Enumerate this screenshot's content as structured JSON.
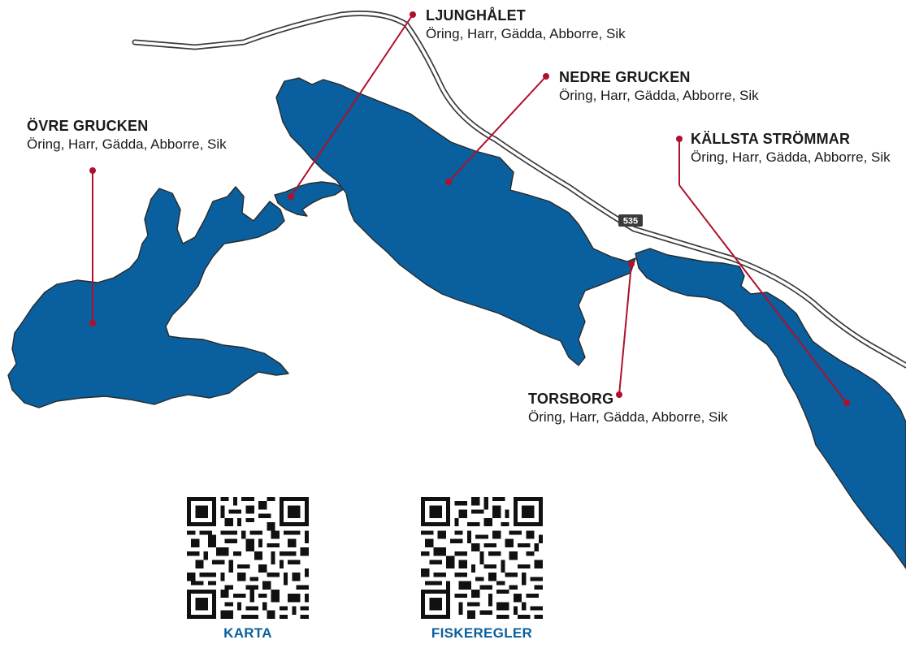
{
  "road": {
    "number": "535"
  },
  "locations": [
    {
      "id": "ovre-grucken",
      "name": "ÖVRE GRUCKEN",
      "species": "Öring, Harr, Gädda, Abborre, Sik"
    },
    {
      "id": "ljunghalet",
      "name": "LJUNGHÅLET",
      "species": "Öring, Harr, Gädda, Abborre, Sik"
    },
    {
      "id": "nedre-grucken",
      "name": "NEDRE GRUCKEN",
      "species": "Öring, Harr, Gädda, Abborre, Sik"
    },
    {
      "id": "kallsta-strommar",
      "name": "KÄLLSTA STRÖMMAR",
      "species": "Öring, Harr, Gädda, Abborre, Sik"
    },
    {
      "id": "torsborg",
      "name": "TORSBORG",
      "species": "Öring, Harr, Gädda, Abborre, Sik"
    }
  ],
  "qr_codes": [
    {
      "id": "karta",
      "caption": "KARTA"
    },
    {
      "id": "fiskeregler",
      "caption": "FISKEREGLER"
    }
  ],
  "colors": {
    "water": "#0a5f9e",
    "marker": "#b0102a",
    "road": "#3a3a3a",
    "caption": "#0a5f9e"
  }
}
